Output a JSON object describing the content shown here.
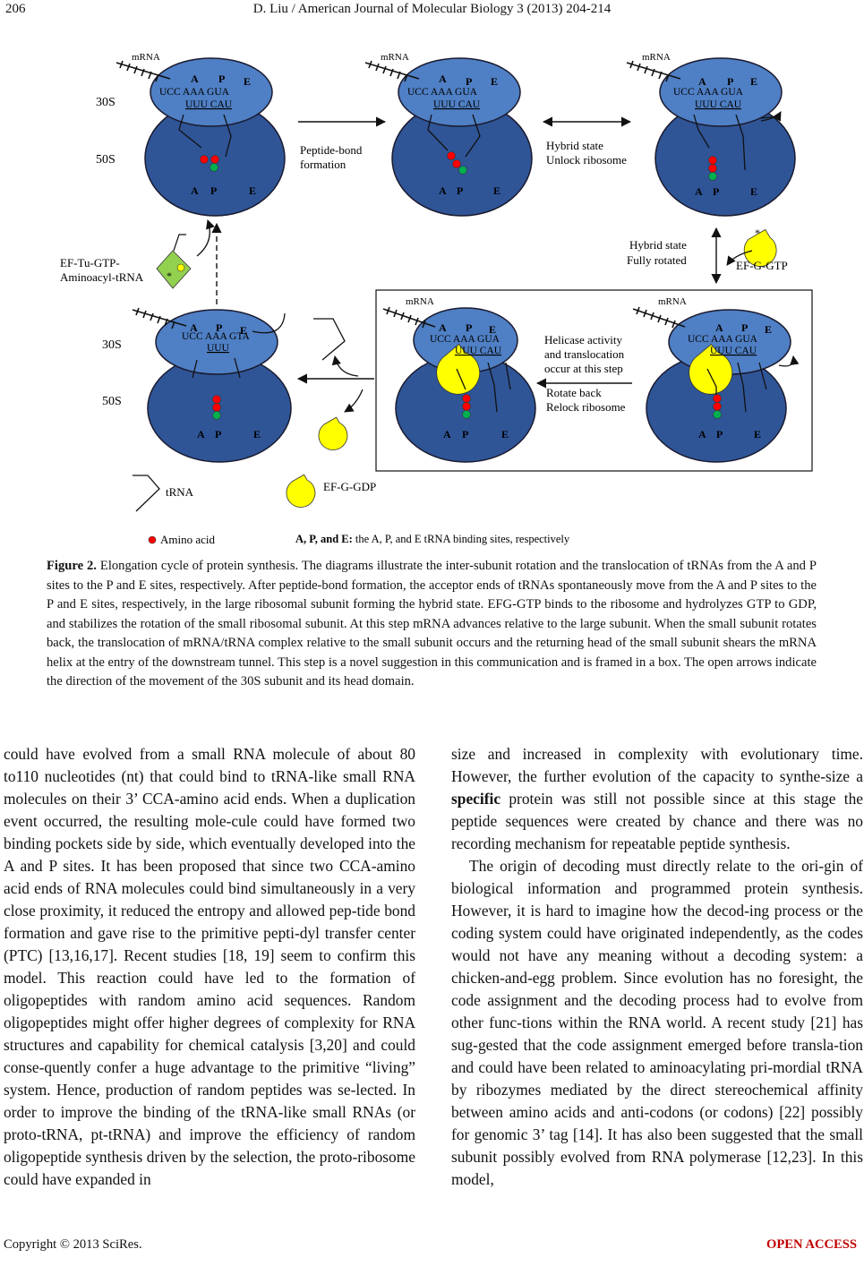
{
  "header": {
    "page_number": "206",
    "running_title": "D. Liu / American Journal of Molecular Biology 3 (2013) 204-214"
  },
  "figure": {
    "labels": {
      "mrna": "mRNA",
      "subunit_30s": "30S",
      "subunit_50s": "50S",
      "site_a": "A",
      "site_p": "P",
      "site_e": "E",
      "codon_line_1": "UCC AAA GUA",
      "codon_line_2": "UUU CAU",
      "codon_line_1_last": "UCC AAA GTA",
      "codon_line_2_last": "UUU",
      "peptide_bond_1": "Peptide-bond",
      "peptide_bond_2": "formation",
      "hybrid_unlock_1": "Hybrid state",
      "hybrid_unlock_2": "Unlock ribosome",
      "hybrid_rotated_1": "Hybrid state",
      "hybrid_rotated_2": "Fully rotated",
      "ef_g_gtp": "EF-G-GTP",
      "ef_tu_1": "EF-Tu-GTP-",
      "ef_tu_2": "Aminoacyl-tRNA",
      "helicase_1": "Helicase activity",
      "helicase_2": "and translocation",
      "helicase_3": "occur at this step",
      "rotate_back_1": "Rotate back",
      "rotate_back_2": "Relock ribosome",
      "ef_g_gdp": "EF-G-GDP",
      "legend_trna": "tRNA",
      "legend_amino_acid": "Amino acid",
      "legend_sites_bold": "A, P, and E:",
      "legend_sites_text": " the A, P, and E tRNA binding sites, respectively",
      "star": "*"
    },
    "colors": {
      "small_subunit": "#4f7fc4",
      "large_subunit": "#2f5597",
      "outline": "#1a1a2e",
      "amino_red": "#ff0000",
      "amino_green": "#00b050",
      "ef_g": "#ffff00",
      "ef_tu": "#92d050"
    }
  },
  "caption": {
    "label": "Figure 2.",
    "text": " Elongation cycle of protein synthesis. The diagrams illustrate the inter-subunit rotation and the translocation of tRNAs from the A and P sites to the P and E sites, respectively. After peptide-bond formation, the acceptor ends of tRNAs spontaneously move from the A and P sites to the P and E sites, respectively, in the large ribosomal subunit forming the hybrid state. EFG-GTP binds to the ribosome and hydrolyzes GTP to GDP, and stabilizes the rotation of the small ribosomal subunit. At this step mRNA advances relative to the large subunit. When the small subunit rotates back, the translocation of mRNA/tRNA complex relative to the small subunit occurs and the returning head of the small subunit shears the mRNA helix at the entry of the downstream tunnel. This step is a novel suggestion in this communication and is framed in a box. The open arrows indicate the direction of the movement of the 30S subunit and its head domain."
  },
  "body": {
    "left_column": "could have evolved from a small RNA molecule of about 80 to110 nucleotides (nt) that could bind to tRNA-like small RNA molecules on their 3’ CCA-amino acid ends. When a duplication event occurred, the resulting mole-cule could have formed two binding pockets side by side, which eventually developed into the A and P sites. It has been proposed that since two CCA-amino acid ends of RNA molecules could bind simultaneously in a very close proximity, it reduced the entropy and allowed pep-tide bond formation and gave rise to the primitive pepti-dyl transfer center (PTC) [13,16,17]. Recent studies [18, 19] seem to confirm this model. This reaction could have led to the formation of oligopeptides with random amino acid sequences. Random oligopeptides might offer higher degrees of complexity for RNA structures and capability for chemical catalysis [3,20] and could conse-quently confer a huge advantage to the primitive “living” system. Hence, production of random peptides was se-lected. In order to improve the binding of the tRNA-like small RNAs (or proto-tRNA, pt-tRNA) and improve the efficiency of random oligopeptide synthesis driven by the selection, the proto-ribosome could have expanded in",
    "right_p1_before": "size and increased in complexity with evolutionary time. However, the further evolution of the capacity to synthe-size a ",
    "right_p1_bold": "specific",
    "right_p1_after": " protein was still not possible since at this stage the peptide sequences were created by chance and there was no recording mechanism for repeatable peptide synthesis.",
    "right_p2": "The origin of decoding must directly relate to the ori-gin of biological information and programmed protein synthesis. However, it is hard to imagine how the decod-ing process or the coding system could have originated independently, as the codes would not have any meaning without a decoding system: a chicken-and-egg problem. Since evolution has no foresight, the code assignment and the decoding process had to evolve from other func-tions within the RNA world. A recent study [21] has sug-gested that the code assignment emerged before transla-tion and could have been related to aminoacylating pri-mordial tRNA by ribozymes mediated by the direct stereochemical affinity between amino acids and anti-codons (or codons) [22] possibly for genomic 3’ tag [14]. It has also been suggested that the small subunit possibly evolved from RNA polymerase [12,23]. In this model,"
  },
  "footer": {
    "copyright": "Copyright © 2013 SciRes.",
    "open_access": "OPEN ACCESS"
  }
}
